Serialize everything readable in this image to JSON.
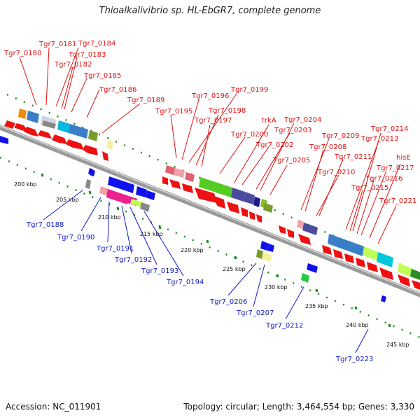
{
  "title": "Thioalkalivibrio sp. HL-EbGR7, complete genome",
  "footer": {
    "accession": "Accession: NC_011901",
    "topology": "Topology: circular; Length: 3,464,554 bp; Genes: 3,330"
  },
  "colors": {
    "forward_arrow": "#ee1111",
    "reverse_arrow": "#1111ee",
    "top_label": "#e01010",
    "bottom_label": "#1018c8",
    "tick": "#1a8a1a",
    "backbone": "#9a9a9a"
  },
  "scale_labels": [
    "200 kbp",
    "205 kbp",
    "210 kbp",
    "215 kbp",
    "220 kbp",
    "225 kbp",
    "230 kbp",
    "235 kbp",
    "240 kbp",
    "245 kbp"
  ],
  "top_labels": [
    "Tgr7_0180",
    "Tgr7_0181",
    "Tgr7_0184",
    "Tgr7_0183",
    "Tgr7_0182",
    "Tgr7_0185",
    "Tgr7_0186",
    "Tgr7_0189",
    "Tgr7_0196",
    "Tgr7_0199",
    "Tgr7_0195",
    "Tgr7_0198",
    "Tgr7_0197",
    "trkA",
    "Tgr7_0204",
    "Tgr7_0200",
    "Tgr7_0203",
    "Tgr7_0202",
    "Tgr7_0205",
    "Tgr7_0214",
    "Tgr7_0209",
    "Tgr7_0213",
    "Tgr7_0208",
    "Tgr7_0211",
    "hisE",
    "Tgr7_0210",
    "Tgr7_0217",
    "Tgr7_0216",
    "Tgr7_0215",
    "Tgr7_0221"
  ],
  "bottom_labels": [
    "Tgr7_0188",
    "Tgr7_0190",
    "Tgr7_0191",
    "Tgr7_0192",
    "Tgr7_0193",
    "Tgr7_0194",
    "Tgr7_0206",
    "Tgr7_0207",
    "Tgr7_0212",
    "Tgr7_0223"
  ]
}
